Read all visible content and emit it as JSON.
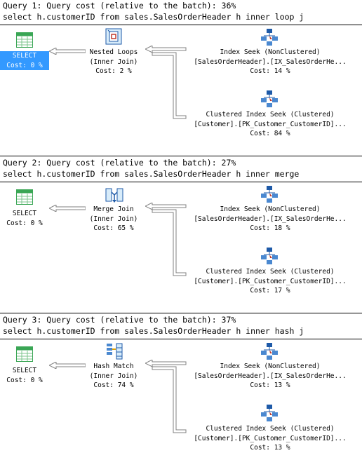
{
  "queries": [
    {
      "header": "Query 1: Query cost (relative to the batch): 36%",
      "sql": "select h.customerID from sales.SalesOrderHeader h inner loop j",
      "select": {
        "label": "SELECT",
        "cost": "Cost: 0 %",
        "selected": true
      },
      "join": {
        "name": "Nested Loops",
        "type": "(Inner Join)",
        "cost": "Cost: 2 %",
        "icon": "nested-loops-icon"
      },
      "seek1": {
        "name": "Index Seek (NonClustered)",
        "object": "[SalesOrderHeader].[IX_SalesOrderHe...",
        "cost": "Cost: 14 %"
      },
      "seek2": {
        "name": "Clustered Index Seek (Clustered)",
        "object": "[Customer].[PK_Customer_CustomerID]...",
        "cost": "Cost: 84 %"
      }
    },
    {
      "header": "Query 2: Query cost (relative to the batch): 27%",
      "sql": "select h.customerID from sales.SalesOrderHeader h inner merge",
      "select": {
        "label": "SELECT",
        "cost": "Cost: 0 %",
        "selected": false
      },
      "join": {
        "name": "Merge Join",
        "type": "(Inner Join)",
        "cost": "Cost: 65 %",
        "icon": "merge-join-icon"
      },
      "seek1": {
        "name": "Index Seek (NonClustered)",
        "object": "[SalesOrderHeader].[IX_SalesOrderHe...",
        "cost": "Cost: 18 %"
      },
      "seek2": {
        "name": "Clustered Index Seek (Clustered)",
        "object": "[Customer].[PK_Customer_CustomerID]...",
        "cost": "Cost: 17 %"
      }
    },
    {
      "header": "Query 3: Query cost (relative to the batch): 37%",
      "sql": "select h.customerID from sales.SalesOrderHeader h inner hash j",
      "select": {
        "label": "SELECT",
        "cost": "Cost: 0 %",
        "selected": false
      },
      "join": {
        "name": "Hash Match",
        "type": "(Inner Join)",
        "cost": "Cost: 74 %",
        "icon": "hash-match-icon"
      },
      "seek1": {
        "name": "Index Seek (NonClustered)",
        "object": "[SalesOrderHeader].[IX_SalesOrderHe...",
        "cost": "Cost: 13 %"
      },
      "seek2": {
        "name": "Clustered Index Seek (Clustered)",
        "object": "[Customer].[PK_Customer_CustomerID]...",
        "cost": "Cost: 13 %"
      }
    }
  ],
  "colors": {
    "selection": "#3399ff",
    "icon_green": "#3aa655",
    "icon_blue": "#1e5aa8",
    "arrow": "#808080"
  }
}
